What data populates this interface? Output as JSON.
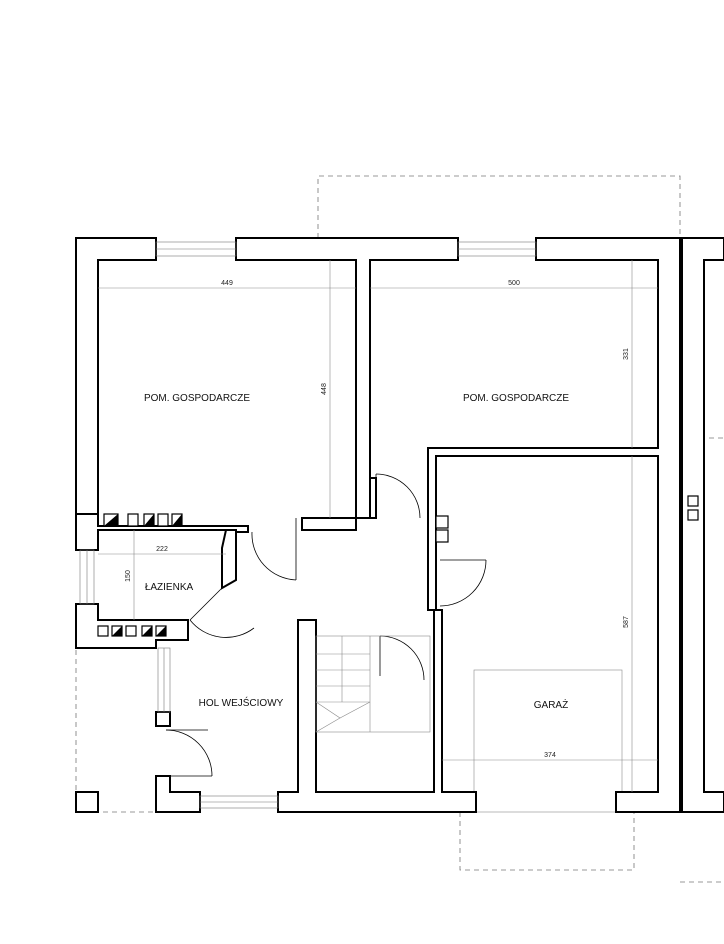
{
  "rooms": {
    "storage_left": "POM. GOSPODARCZE",
    "storage_right": "POM. GOSPODARCZE",
    "bathroom": "ŁAZIENKA",
    "hall": "HOL WEJŚCIOWY",
    "garage": "GARAŻ"
  },
  "dimensions": {
    "storage_left_width": "449",
    "storage_left_depth": "448",
    "storage_right_width": "500",
    "storage_right_depth": "331",
    "bathroom_width": "222",
    "bathroom_depth": "150",
    "garage_depth": "587",
    "garage_width": "374"
  }
}
